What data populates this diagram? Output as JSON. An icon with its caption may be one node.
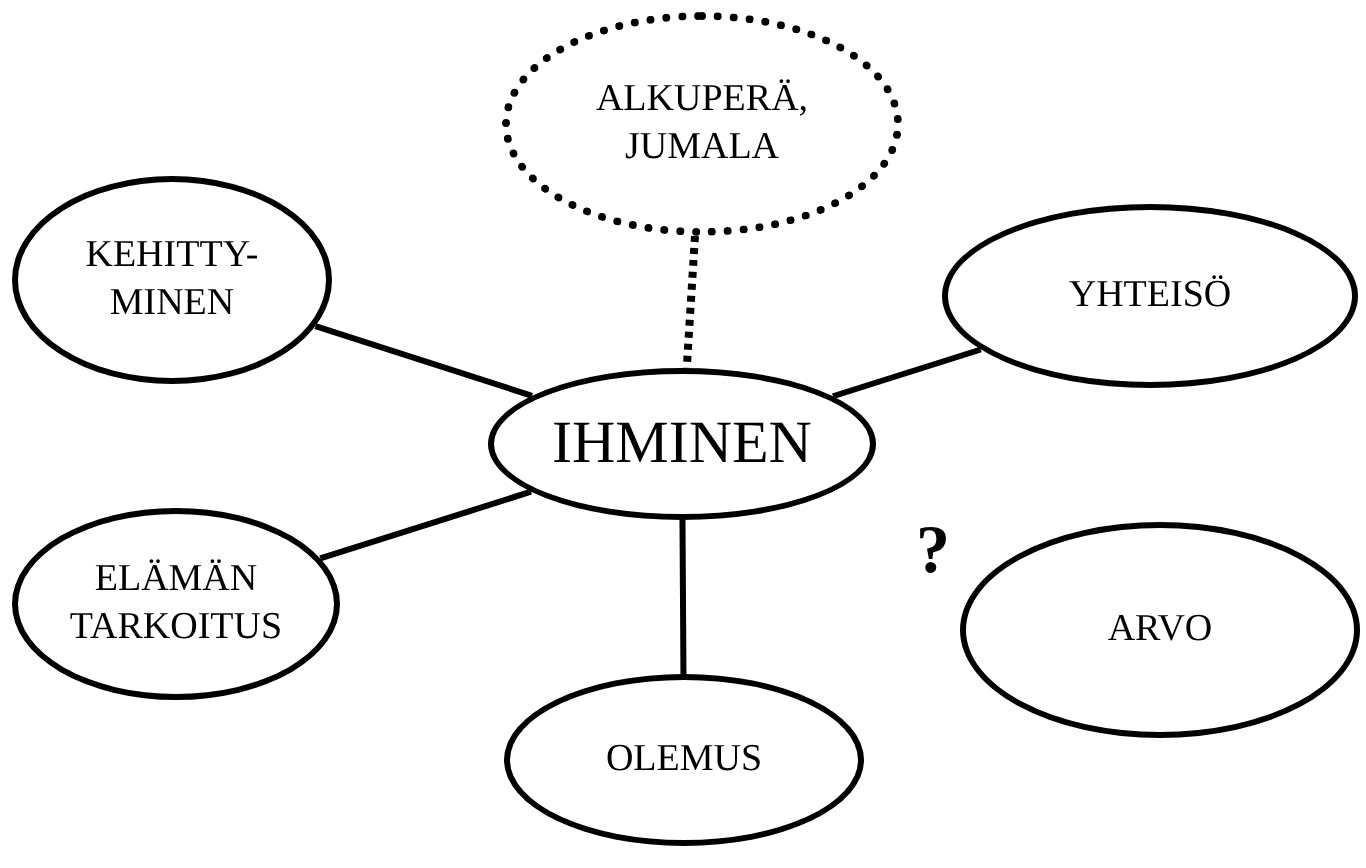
{
  "diagram": {
    "nodes": [
      {
        "text": [
          "IHMINEN"
        ]
      },
      {
        "text": [
          "ALKUPERÄ, JUMALA"
        ]
      },
      {
        "text": [
          "KEHITTY- MINEN"
        ]
      },
      {
        "text": [
          "YHTEISÖ"
        ]
      },
      {
        "text": [
          "ELÄMÄN TARKOITUS"
        ]
      },
      {
        "text": [
          "ARVO"
        ]
      },
      {
        "text": [
          "OLEMUS"
        ]
      }
    ],
    "edges": [
      {
        "from": 1,
        "to": 0,
        "arrow": "none",
        "style": "dashed"
      },
      {
        "from": 2,
        "to": 0,
        "arrow": "none"
      },
      {
        "from": 3,
        "to": 0,
        "arrow": "none"
      },
      {
        "from": 4,
        "to": 0,
        "arrow": "none"
      },
      {
        "from": 6,
        "to": 0,
        "arrow": "none"
      }
    ],
    "labels": [
      "?"
    ]
  }
}
